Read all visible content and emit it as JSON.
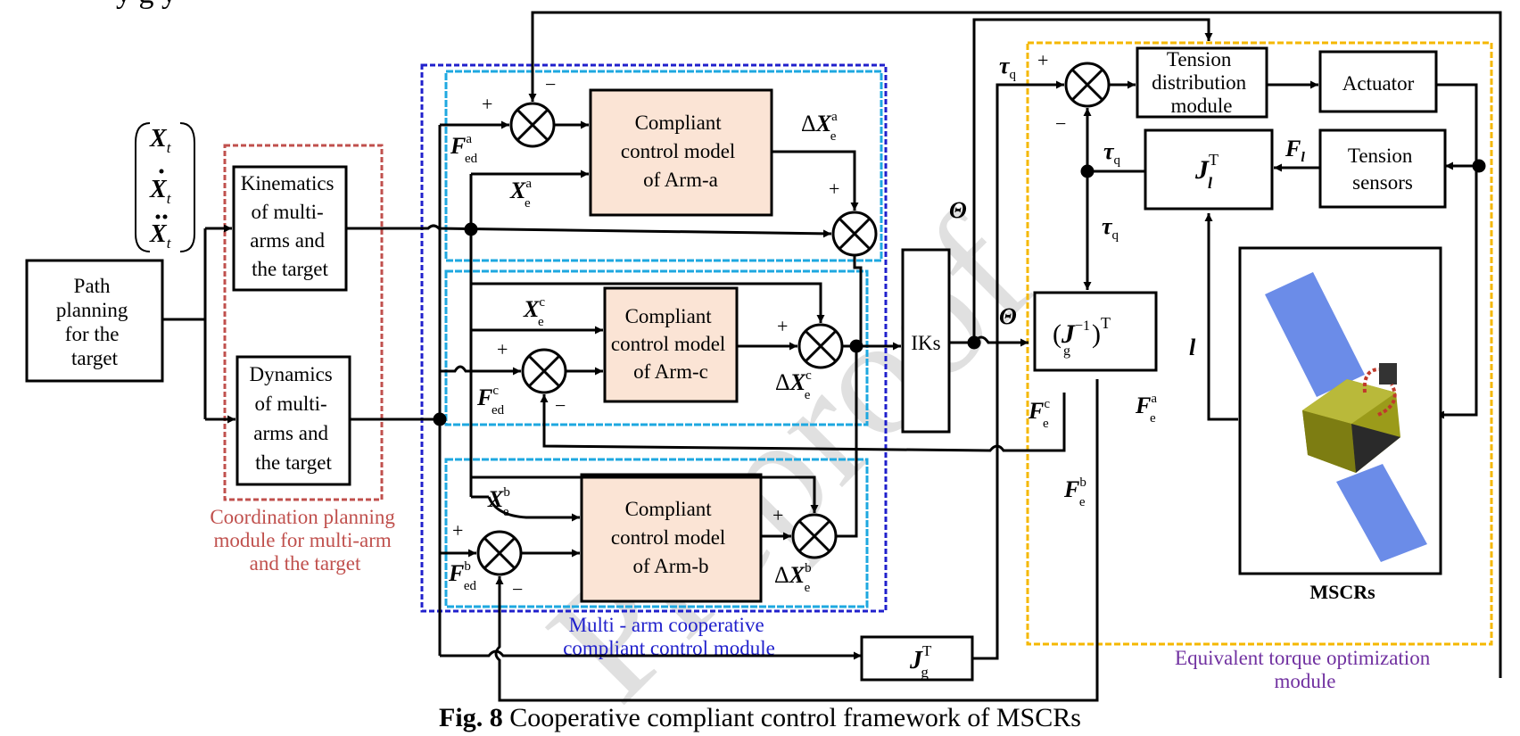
{
  "header_fragment": "y   g    y",
  "caption": {
    "fig_label": "Fig. 8",
    "text": "Cooperative compliant control framework of MSCRs"
  },
  "watermark": "Preproof",
  "blocks": {
    "path_planning": [
      "Path",
      "planning",
      "for the",
      "target"
    ],
    "kinematics": [
      "Kinematics",
      "of multi-",
      "arms and",
      "the target"
    ],
    "dynamics": [
      "Dynamics",
      "of multi-",
      "arms and",
      "the target"
    ],
    "coord_module": [
      "Coordination planning",
      "module for multi-arm",
      "and the target"
    ],
    "arm_a": [
      "Compliant",
      "control model",
      "of Arm-a"
    ],
    "arm_c": [
      "Compliant",
      "control model",
      "of Arm-c"
    ],
    "arm_b": [
      "Compliant",
      "control model",
      "of Arm-b"
    ],
    "multi_arm_module": [
      "Multi - arm cooperative",
      "compliant control module"
    ],
    "iks": "IKs",
    "tension_dist": [
      "Tension",
      "distribution",
      "module"
    ],
    "actuator": "Actuator",
    "tension_sensors": [
      "Tension",
      "sensors"
    ],
    "equiv_module": [
      "Equivalent torque optimization",
      "module"
    ],
    "mscrs": "MSCRs"
  },
  "signs": {
    "plus": "+",
    "minus": "−"
  },
  "symbols": {
    "X": "X",
    "t": "t",
    "F": "F",
    "ed": "ed",
    "e": "e",
    "q": "q",
    "g": "g",
    "l": "l",
    "J": "J",
    "T": "T",
    "a": "a",
    "b": "b",
    "c": "c",
    "delta": "Δ",
    "tau": "τ",
    "theta": "Θ",
    "neg1": "−1"
  },
  "colors": {
    "coord_border": "#c0504d",
    "multi_arm_border": "#2020cc",
    "arm_box_border": "#1ea8e0",
    "equiv_border": "#f5b800",
    "equiv_text": "#7030a0",
    "compliant_fill": "#fbe4d5",
    "panel_blue": "#6b8ce8",
    "body_olive": "#9b9b1a",
    "watermark": "#d0d0d0"
  }
}
